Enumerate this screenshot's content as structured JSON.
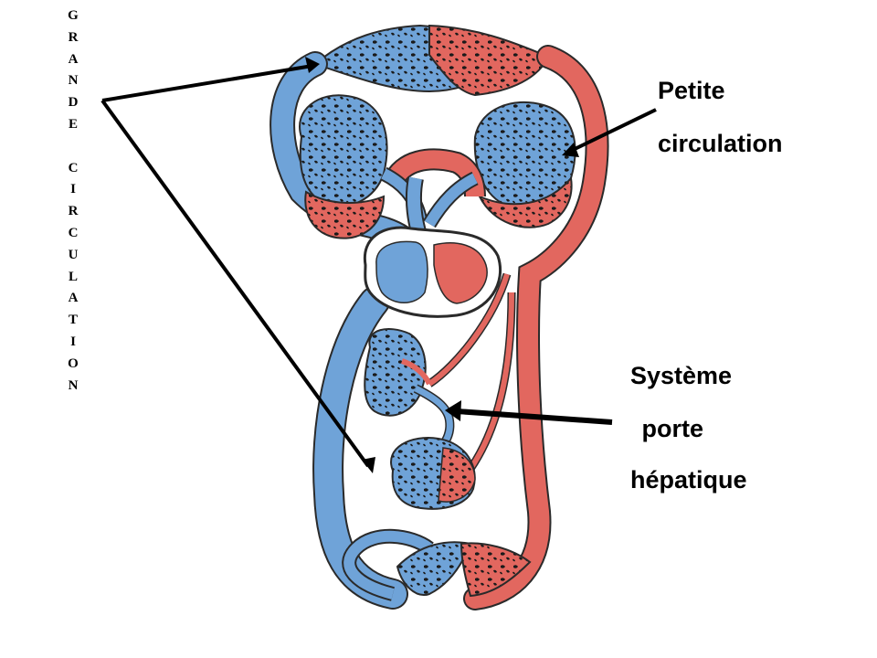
{
  "left_label": {
    "letters": [
      "G",
      "R",
      "A",
      "N",
      "D",
      "E",
      "",
      "C",
      "I",
      "R",
      "C",
      "U",
      "L",
      "A",
      "T",
      "I",
      "O",
      "N"
    ]
  },
  "labels": {
    "petite_line1": "Petite",
    "petite_line2": "circulation",
    "systeme_line1": "Système",
    "systeme_line2": " porte",
    "systeme_line3": "hépatique"
  },
  "colors": {
    "venous_blue": "#6fa3d8",
    "arterial_red": "#e2675f",
    "outline": "#2a2a2a",
    "capillary_fill": "#1a1a1a"
  }
}
